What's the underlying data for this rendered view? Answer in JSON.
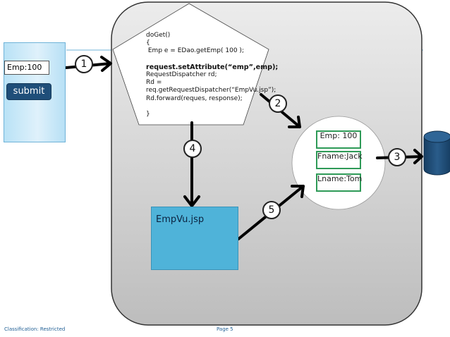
{
  "form": {
    "emp_input_value": "Emp:100",
    "submit_label": "submit"
  },
  "servlet": {
    "code_lines": [
      {
        "text": "doGet()",
        "bold": false
      },
      {
        "text": "{",
        "bold": false
      },
      {
        "text": " Emp e = EDao.getEmp( 100 );",
        "bold": false
      },
      {
        "text": "",
        "bold": false
      },
      {
        "text": "request.setAttribute(“emp”,emp);",
        "bold": true
      },
      {
        "text": "RequestDispatcher rd;",
        "bold": false
      },
      {
        "text": "Rd = req.getRequestDispatcher(“EmpVu.jsp”);",
        "bold": false
      },
      {
        "text": "Rd.forward(reques, response);",
        "bold": false
      },
      {
        "text": "",
        "bold": false
      },
      {
        "text": "}",
        "bold": false
      }
    ]
  },
  "jsp": {
    "label": "EmpVu.jsp"
  },
  "emp_object": {
    "fields": [
      "Emp: 100",
      "Fname:Jack",
      "Lname:Tom"
    ]
  },
  "steps": [
    "1",
    "2",
    "3",
    "4",
    "5"
  ],
  "footer": {
    "classification": "Classification: Restricted",
    "page": "Page 5"
  },
  "colors": {
    "form_panel": "#b9e2f6",
    "submit_button": "#1f4e79",
    "jsp_box": "#4fb3d9",
    "field_border": "#2e9a57",
    "database": "#1f4e79",
    "container": "#c8c8c8",
    "footer_text": "#1f5e94"
  }
}
